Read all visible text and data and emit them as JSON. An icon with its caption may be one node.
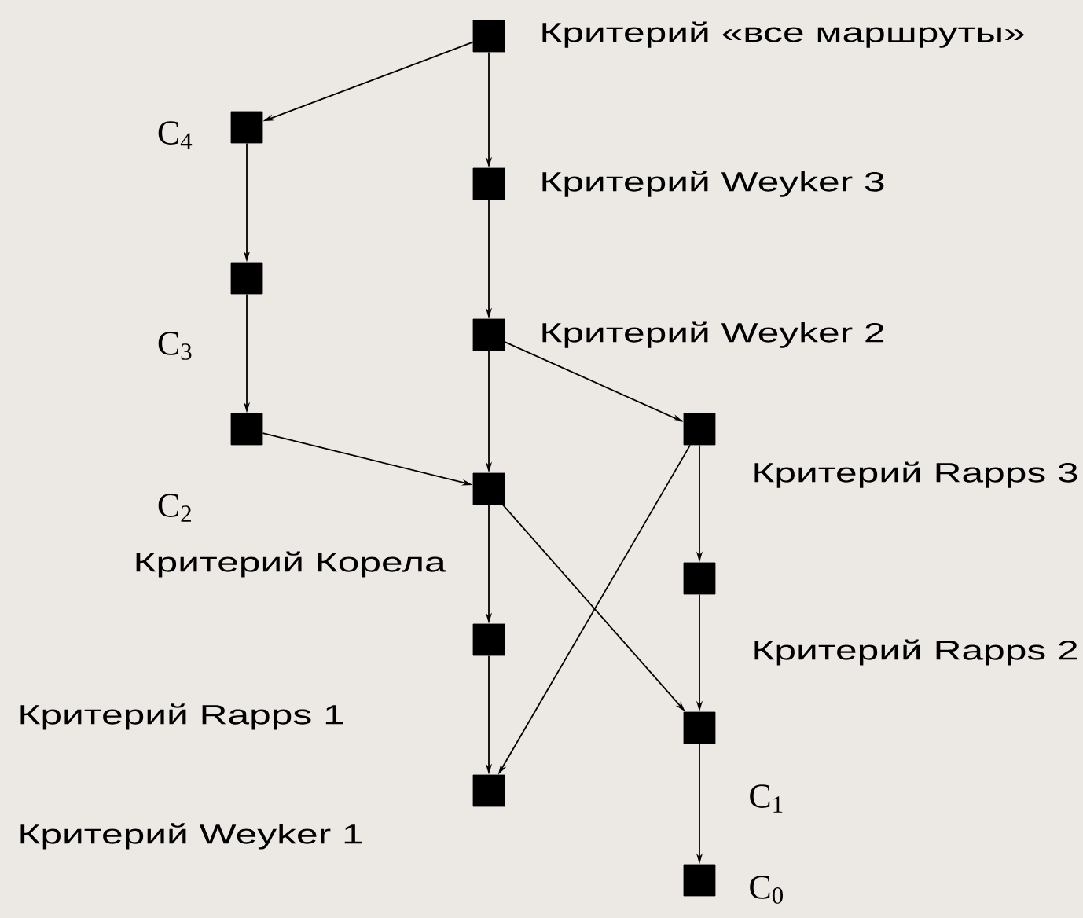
{
  "diagram": {
    "nodes": [
      {
        "text": [],
        "shape": "box",
        "beside": [
          "Критерий «все маршруты»"
        ]
      },
      {
        "text": [],
        "shape": "box",
        "beside": [
          "C$_{4}$"
        ]
      },
      {
        "text": [],
        "shape": "box",
        "beside": [
          "Критерий Weyker 3"
        ]
      },
      {
        "text": [],
        "shape": "box",
        "beside": [
          "C$_{3}$"
        ]
      },
      {
        "text": [],
        "shape": "box",
        "beside": [
          "Критерий Weyker 2"
        ]
      },
      {
        "text": [],
        "shape": "box",
        "beside": [
          "C$_{2}$"
        ]
      },
      {
        "text": [],
        "shape": "box",
        "beside": [
          "Критерий Rapps 3"
        ]
      },
      {
        "text": [],
        "shape": "box",
        "beside": [
          "Критерий Корела"
        ]
      },
      {
        "text": [],
        "shape": "box",
        "beside": [
          "Критерий Rapps 2"
        ]
      },
      {
        "text": [],
        "shape": "box"
      },
      {
        "text": [],
        "shape": "box",
        "beside": [
          "C$_{1}$"
        ]
      },
      {
        "text": [],
        "shape": "box"
      },
      {
        "text": [],
        "shape": "box",
        "beside": [
          "C$_{0}$"
        ]
      }
    ],
    "edges": [
      {
        "from": 0,
        "to": 1,
        "arrow": "to"
      },
      {
        "from": 0,
        "to": 2,
        "arrow": "to"
      },
      {
        "from": 2,
        "to": 4,
        "arrow": "to"
      },
      {
        "from": 1,
        "to": 3,
        "arrow": "to"
      },
      {
        "from": 3,
        "to": 5,
        "arrow": "to"
      },
      {
        "from": 4,
        "to": 7,
        "arrow": "to"
      },
      {
        "from": 4,
        "to": 6,
        "arrow": "to"
      },
      {
        "from": 5,
        "to": 7,
        "arrow": "to"
      },
      {
        "from": 7,
        "to": 9,
        "arrow": "to"
      },
      {
        "from": 9,
        "to": 11,
        "arrow": "to"
      },
      {
        "from": 6,
        "to": 8,
        "arrow": "to"
      },
      {
        "from": 8,
        "to": 10,
        "arrow": "to"
      },
      {
        "from": 7,
        "to": 10,
        "arrow": "to"
      },
      {
        "from": 6,
        "to": 11,
        "arrow": "to"
      },
      {
        "from": 10,
        "to": 12,
        "arrow": "to"
      }
    ],
    "labels": [
      "Критерий Rapps 1",
      "Критерий Weyker 1"
    ]
  }
}
